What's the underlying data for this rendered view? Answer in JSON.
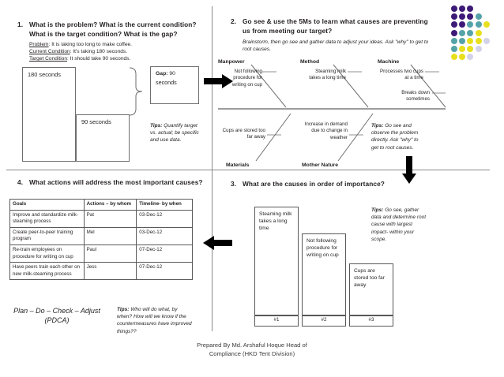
{
  "document": {
    "footer_line1": "Prepared By Md. Arshaful Hoque Head of",
    "footer_line2": "Compliance (HKD Tent Division)"
  },
  "section1": {
    "number": "1.",
    "title": "What is the problem? What is the current condition? What is the target condition? What is the gap?",
    "problem_label": "Problem",
    "problem_text": ": It is taking too long to make coffee.",
    "current_label": "Current Condition",
    "current_text": ": It's taking 180 seconds.",
    "target_label": "Target Condition",
    "target_text": ": It should take 90 seconds.",
    "bar_current": "180 seconds",
    "bar_target": "90 seconds",
    "gap_label": "Gap:",
    "gap_value": "90",
    "gap_unit": "seconds",
    "tips_label": "Tips:",
    "tips_text": " Quantify target vs. actual; be specific and use data."
  },
  "section2": {
    "number": "2.",
    "title": "Go see & use the 5Ms to learn what causes are preventing us from meeting our target?",
    "subtitle": "Brainstorm, then go see and gather data to adjust your ideas. Ask \"why\" to get to root causes.",
    "categories": [
      {
        "name": "Manpower",
        "position": "top-left"
      },
      {
        "name": "Method",
        "position": "top-center"
      },
      {
        "name": "Machine",
        "position": "top-right"
      },
      {
        "name": "Materials",
        "position": "bottom-left"
      },
      {
        "name": "Mother Nature",
        "position": "bottom-center"
      }
    ],
    "causes": [
      {
        "category": "Manpower",
        "text": "Not following procedure for writing on cup"
      },
      {
        "category": "Method",
        "text": "Steaming milk takes a long time"
      },
      {
        "category": "Machine",
        "text": "Processes two cups at a time"
      },
      {
        "category": "Machine",
        "text": "Breaks down sometimes"
      },
      {
        "category": "Materials",
        "text": "Cups are stored too far away"
      },
      {
        "category": "Mother Nature",
        "text": "Increase in demand due to change in weather"
      }
    ],
    "tips_label": "Tips:",
    "tips_text": " Go see and observe the problem directly.  Ask \"why\" to get to root causes."
  },
  "section3": {
    "number": "3.",
    "title": "What are the causes in order of importance?",
    "tips_label": "Tips:",
    "tips_text": " Go see, gather data and determine root cause with largest impact- within your scope.",
    "bars": [
      {
        "rank": "#1",
        "label": "Steaming milk takes a long time"
      },
      {
        "rank": "#2",
        "label": "Not following procedure for writing on cup"
      },
      {
        "rank": "#3",
        "label": "Cups are stored too far away"
      }
    ]
  },
  "section4": {
    "number": "4.",
    "title": "What actions will address the most important causes?",
    "columns": [
      "Goals",
      "Actions – by whom",
      "Timeline- by when"
    ],
    "rows": [
      {
        "goal": "Improve and standardize milk-steaming process",
        "who": "Pat",
        "when": "03-Dec-12"
      },
      {
        "goal": "Create peer-to-peer training program",
        "who": "Mel",
        "when": "03-Dec-12"
      },
      {
        "goal": "Re-train employees on procedure for writing on cup",
        "who": "Paul",
        "when": "07-Dec-12"
      },
      {
        "goal": "Have peers train each other on new  milk-steaming process",
        "who": "Jess",
        "when": "07-Dec-12"
      }
    ],
    "pdca_line1": "Plan – Do – Check – Adjust",
    "pdca_line2": "(PDCA)",
    "tips_label": "Tips:",
    "tips_text": " Who will do what, by when? How will we know if the countermeasures have improved things??"
  },
  "decoration": {
    "dot_colors": {
      "purple": "#3d1a78",
      "teal": "#55a3a8",
      "yellow": "#e8e01e",
      "lavender": "#d2d3e8"
    },
    "dot_grid": [
      [
        "purple",
        "purple",
        "purple",
        "none",
        "none",
        "none"
      ],
      [
        "purple",
        "purple",
        "purple",
        "teal",
        "none",
        "none"
      ],
      [
        "purple",
        "purple",
        "teal",
        "teal",
        "yellow",
        "none"
      ],
      [
        "purple",
        "teal",
        "teal",
        "yellow",
        "none",
        "none"
      ],
      [
        "teal",
        "teal",
        "yellow",
        "yellow",
        "lavender",
        "none"
      ],
      [
        "teal",
        "yellow",
        "yellow",
        "lavender",
        "none",
        "none"
      ],
      [
        "yellow",
        "yellow",
        "lavender",
        "none",
        "none",
        "none"
      ]
    ]
  },
  "arrows": {
    "right": "arrow-right",
    "down": "arrow-down",
    "left": "arrow-left"
  }
}
